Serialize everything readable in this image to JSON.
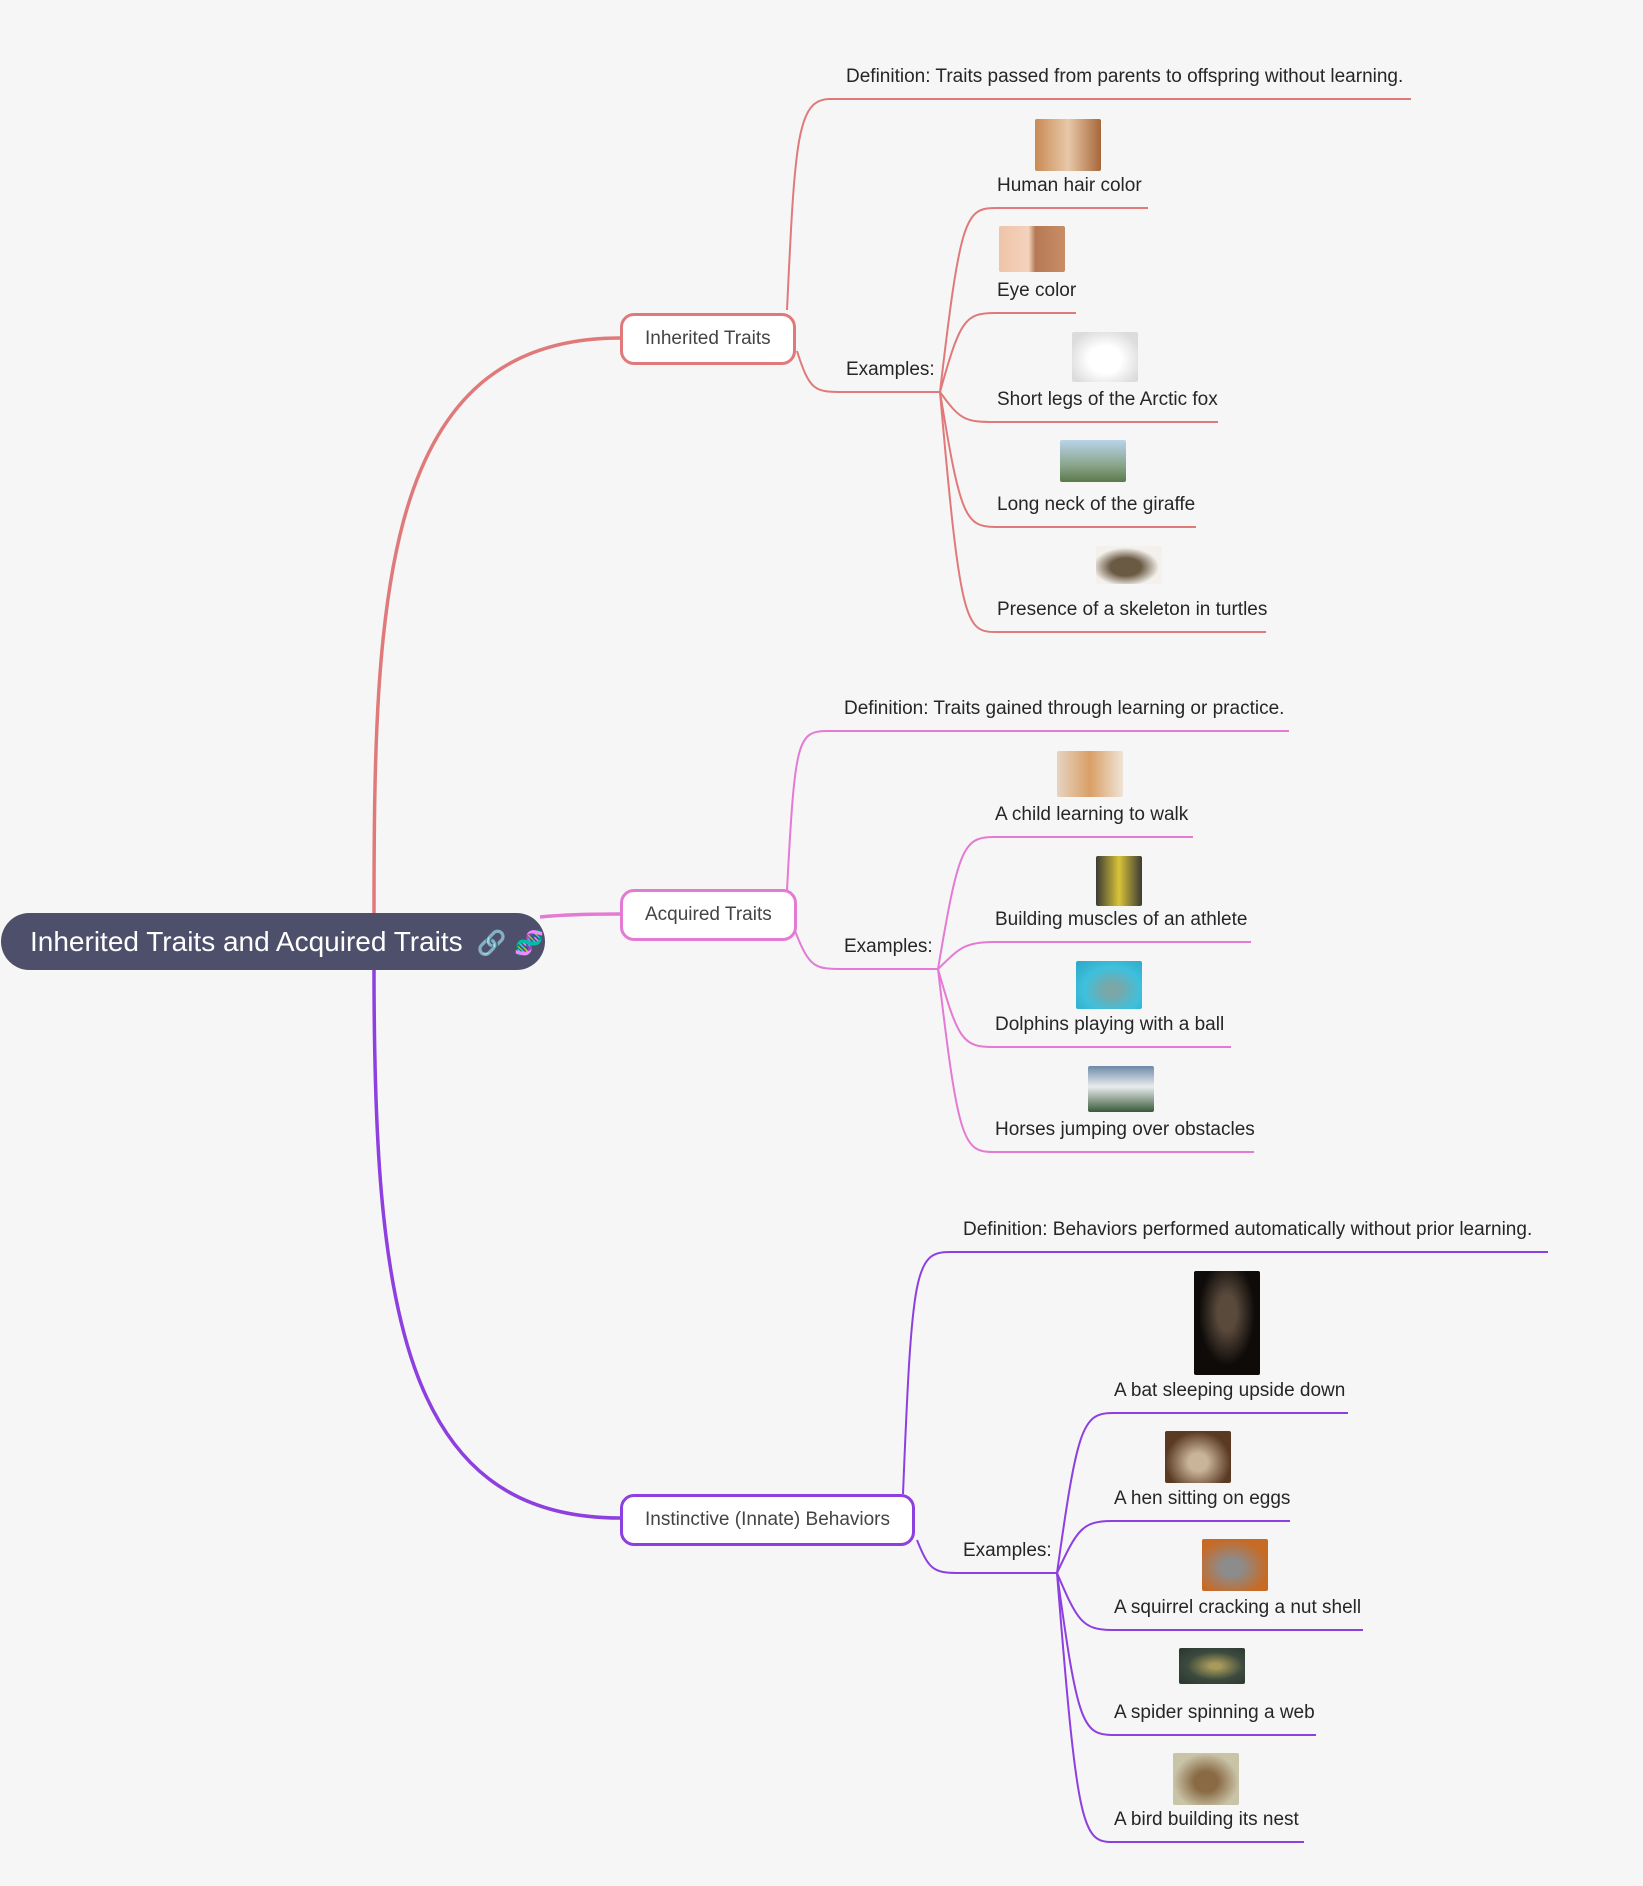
{
  "root": {
    "title": "Inherited Traits and Acquired Traits",
    "emoji": "🔗 🧬"
  },
  "branches": [
    {
      "label": "Inherited Traits",
      "color": "#e07a7a",
      "definition": "Definition: Traits passed from parents to offspring without learning.",
      "examples_label": "Examples:",
      "examples": [
        "Human hair color",
        "Eye color",
        "Short legs of the Arctic fox",
        "Long neck of the giraffe",
        "Presence of a skeleton in turtles"
      ]
    },
    {
      "label": "Acquired Traits",
      "color": "#e47ad3",
      "definition": "Definition: Traits gained through learning or practice.",
      "examples_label": "Examples:",
      "examples": [
        "A child learning to walk",
        "Building muscles of an athlete",
        "Dolphins playing with a ball",
        "Horses jumping over obstacles"
      ]
    },
    {
      "label": "Instinctive (Innate) Behaviors",
      "color": "#8d3fe0",
      "definition": "Definition: Behaviors performed automatically without prior learning.",
      "examples_label": "Examples:",
      "examples": [
        "A bat sleeping upside down",
        "A hen sitting on eggs",
        "A squirrel cracking a nut shell",
        "A spider spinning a web",
        "A bird building its nest"
      ]
    }
  ]
}
